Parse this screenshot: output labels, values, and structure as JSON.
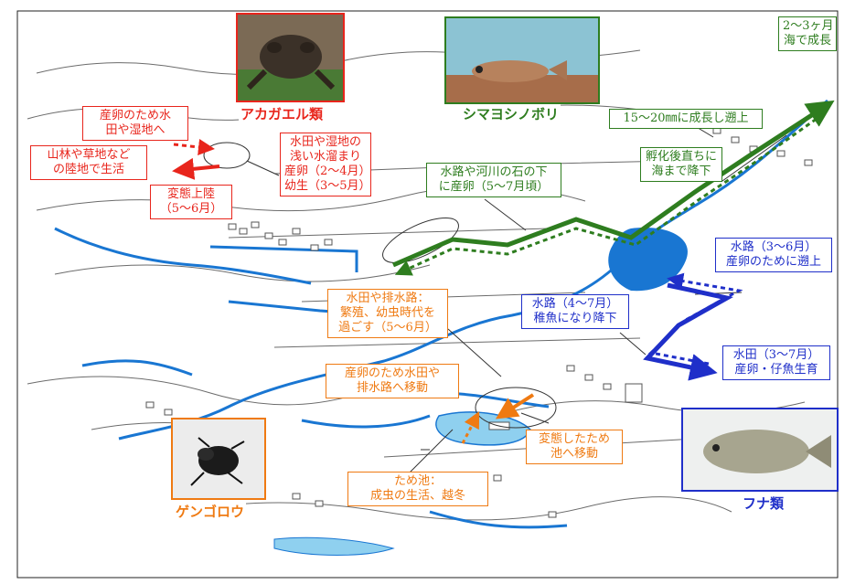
{
  "species": {
    "frog": {
      "name": "アカガエル類",
      "photo_icon": "frog-photo",
      "labels": {
        "spawn_move": [
          "産卵のため水",
          "田や湿地へ"
        ],
        "land_life": [
          "山林や草地など",
          "の陸地で生活"
        ],
        "metamorph": [
          "変態上陸",
          "（5～6月）"
        ],
        "spawn_site": [
          "水田や湿地の",
          "浅い水溜まり",
          "産卵（2～4月）",
          "幼生（3～5月）"
        ]
      }
    },
    "goby": {
      "name": "シマヨシノボリ",
      "photo_icon": "goby-photo",
      "labels": {
        "sea_growth": [
          "2～3ヶ月",
          "海で成長"
        ],
        "upstream": [
          "15～20㎜に成長し遡上"
        ],
        "down_sea": [
          "孵化後直ちに",
          "海まで降下"
        ],
        "spawn": [
          "水路や河川の石の下",
          "に産卵（5～7月頃）"
        ]
      }
    },
    "beetle": {
      "name": "ゲンゴロウ",
      "photo_icon": "diving-beetle-photo",
      "labels": {
        "breeding": [
          "水田や排水路：",
          "繁殖、幼虫時代を",
          "過ごす（5～6月）"
        ],
        "to_paddy": [
          "産卵のため水田や",
          "排水路へ移動"
        ],
        "to_pond": [
          "変態したため",
          "池へ移動"
        ],
        "pond": [
          "ため池：",
          "成虫の生活、越冬"
        ]
      }
    },
    "crucian": {
      "name": "フナ類",
      "photo_icon": "crucian-carp-photo",
      "labels": {
        "up_channel": [
          "水路（3～6月）",
          "産卵のために遡上"
        ],
        "down_channel": [
          "水路（4～7月）",
          "稚魚になり降下"
        ],
        "paddy": [
          "水田（3～7月）",
          "産卵・仔魚生育"
        ]
      }
    }
  },
  "colors": {
    "frog": "#e8251c",
    "goby": "#2e7d1f",
    "crucian": "#1f2fc9",
    "beetle": "#ef7a12",
    "river": "#1976d2",
    "water_fill": "#8fd0ef",
    "sketch": "#6b6b6b"
  }
}
